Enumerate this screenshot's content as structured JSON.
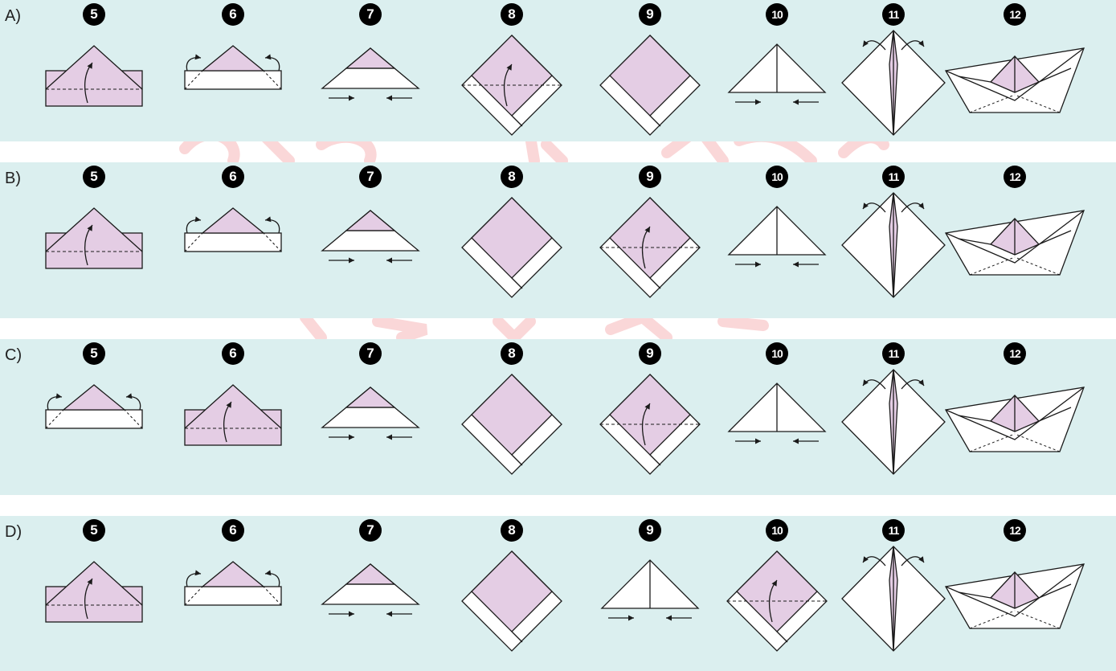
{
  "colors": {
    "band": "#dbefef",
    "paper_pink": "#e4cde4",
    "paper_white": "#ffffff",
    "stroke": "#1a1a1a",
    "badge": "#000000",
    "watermark": "#e8484d"
  },
  "options": [
    {
      "label": "A)",
      "steps": [
        {
          "number": "5",
          "figure": "rect-fold-up"
        },
        {
          "number": "6",
          "figure": "flaps-fold-back"
        },
        {
          "number": "7",
          "figure": "triangle-push-in"
        },
        {
          "number": "8",
          "figure": "diamond-fold-up"
        },
        {
          "number": "9",
          "figure": "diamond-folded"
        },
        {
          "number": "10",
          "figure": "white-triangle-push-in"
        },
        {
          "number": "11",
          "figure": "tall-diamond-pull-out"
        },
        {
          "number": "12",
          "figure": "boat"
        }
      ]
    },
    {
      "label": "B)",
      "steps": [
        {
          "number": "5",
          "figure": "rect-fold-up"
        },
        {
          "number": "6",
          "figure": "flaps-fold-back"
        },
        {
          "number": "7",
          "figure": "triangle-push-in"
        },
        {
          "number": "8",
          "figure": "diamond-folded"
        },
        {
          "number": "9",
          "figure": "diamond-fold-up"
        },
        {
          "number": "10",
          "figure": "white-triangle-push-in"
        },
        {
          "number": "11",
          "figure": "tall-diamond-pull-out"
        },
        {
          "number": "12",
          "figure": "boat"
        }
      ]
    },
    {
      "label": "C)",
      "steps": [
        {
          "number": "5",
          "figure": "flaps-fold-back"
        },
        {
          "number": "6",
          "figure": "rect-fold-up"
        },
        {
          "number": "7",
          "figure": "triangle-push-in"
        },
        {
          "number": "8",
          "figure": "diamond-folded"
        },
        {
          "number": "9",
          "figure": "diamond-fold-up"
        },
        {
          "number": "10",
          "figure": "white-triangle-push-in"
        },
        {
          "number": "11",
          "figure": "tall-diamond-pull-out"
        },
        {
          "number": "12",
          "figure": "boat"
        }
      ]
    },
    {
      "label": "D)",
      "steps": [
        {
          "number": "5",
          "figure": "rect-fold-up"
        },
        {
          "number": "6",
          "figure": "flaps-fold-back"
        },
        {
          "number": "7",
          "figure": "triangle-push-in"
        },
        {
          "number": "8",
          "figure": "diamond-folded"
        },
        {
          "number": "9",
          "figure": "white-triangle-push-in"
        },
        {
          "number": "10",
          "figure": "diamond-fold-up"
        },
        {
          "number": "11",
          "figure": "tall-diamond-pull-out"
        },
        {
          "number": "12",
          "figure": "boat"
        }
      ]
    }
  ]
}
